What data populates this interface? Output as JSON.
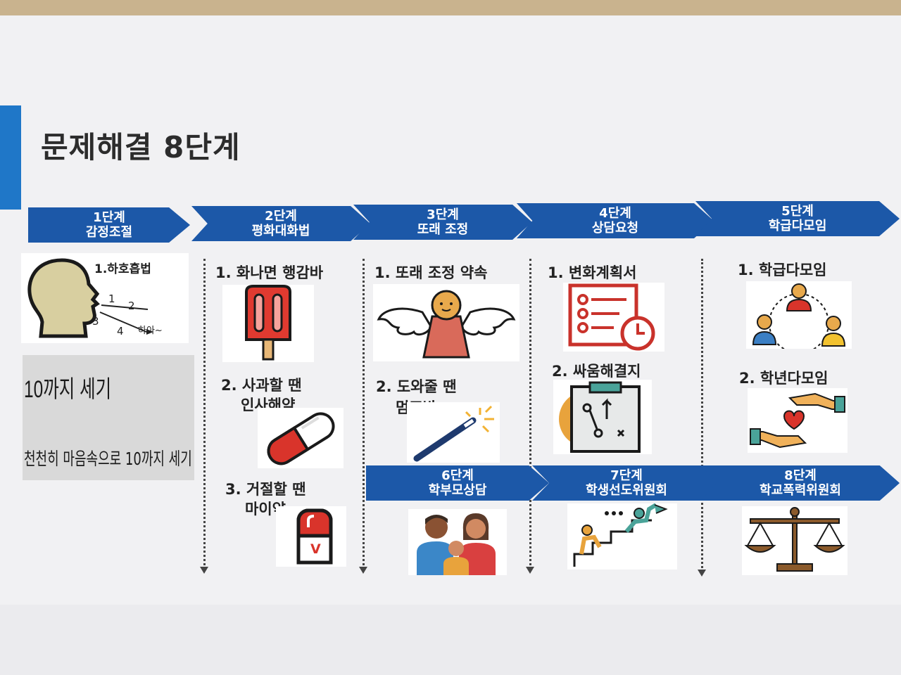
{
  "title": "문제해결 8단계",
  "steps_top": [
    {
      "step": "1단계",
      "name": "감정조절"
    },
    {
      "step": "2단계",
      "name": "평화대화법"
    },
    {
      "step": "3단계",
      "name": "또래 조정"
    },
    {
      "step": "4단계",
      "name": "상담요청"
    },
    {
      "step": "5단계",
      "name": "학급다모임"
    }
  ],
  "steps_bottom": [
    {
      "step": "6단계",
      "name": "학부모상담"
    },
    {
      "step": "7단계",
      "name": "학생선도위원회"
    },
    {
      "step": "8단계",
      "name": "학교폭력위원회"
    }
  ],
  "col1": {
    "breath_label": "1.하호흡법",
    "breath_nums": [
      "1",
      "2",
      "3",
      "4"
    ],
    "breath_sound": "하아~",
    "count_title": "10까지 세기",
    "count_sub": "천천히 마음속으로 10까지 세기"
  },
  "col2": {
    "item1": "1. 화나면 행감바",
    "item2_l1": "2. 사과할 땐",
    "item2_l2": "인사해약",
    "item3_l1": "3. 거절할 땐",
    "item3_l2": "마이약",
    "pill_letter": "V"
  },
  "col3": {
    "item1": "1. 또래 조정 약속",
    "item2_l1": "2. 도와줄 땐",
    "item2_l2": "멈조방"
  },
  "col4": {
    "item1": "1. 변화계획서",
    "item2": "2. 싸움해결지"
  },
  "col5": {
    "item1": "1.  학급다모임",
    "item2": "2. 학년다모임"
  },
  "colors": {
    "chevron": "#1c58a8",
    "accent_bar": "#1f77c8",
    "red": "#d9342b",
    "orange": "#e8a33c",
    "blue": "#3b7fc4"
  }
}
